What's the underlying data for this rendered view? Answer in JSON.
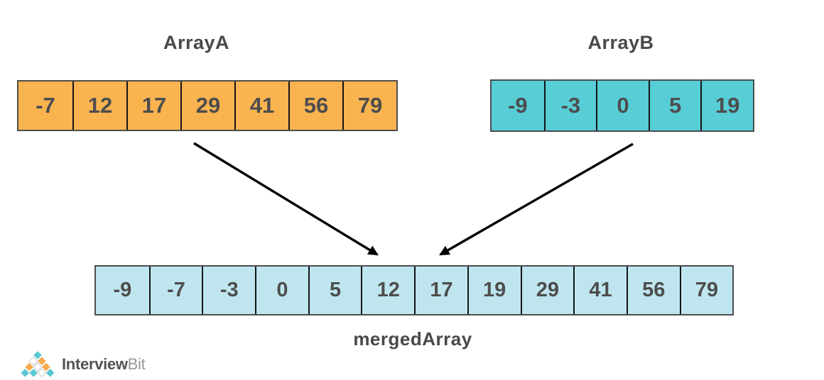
{
  "diagram": {
    "array_a": {
      "label": "ArrayA",
      "values": [
        "-7",
        "12",
        "17",
        "29",
        "41",
        "56",
        "79"
      ]
    },
    "array_b": {
      "label": "ArrayB",
      "values": [
        "-9",
        "-3",
        "0",
        "5",
        "19"
      ]
    },
    "merged": {
      "label": "mergedArray",
      "values": [
        "-9",
        "-7",
        "-3",
        "0",
        "5",
        "12",
        "17",
        "19",
        "29",
        "41",
        "56",
        "79"
      ]
    }
  },
  "colors": {
    "array_a_cell": "#F9B450",
    "array_b_cell": "#57CDD6",
    "merged_cell": "#BFE6EF",
    "cell_text": "#4D4D4D",
    "arrow": "#000000"
  },
  "logo": {
    "text_primary": "Interview",
    "text_secondary": "Bit",
    "diamond_colors": {
      "teal": "#5BC8D2",
      "orange": "#F7A94F",
      "white": "#FFFFFF"
    },
    "diamond_rows": [
      [
        "teal"
      ],
      [
        "white",
        "orange"
      ],
      [
        "orange",
        "white",
        "orange"
      ],
      [
        "teal",
        "teal",
        "white",
        "teal"
      ]
    ]
  }
}
